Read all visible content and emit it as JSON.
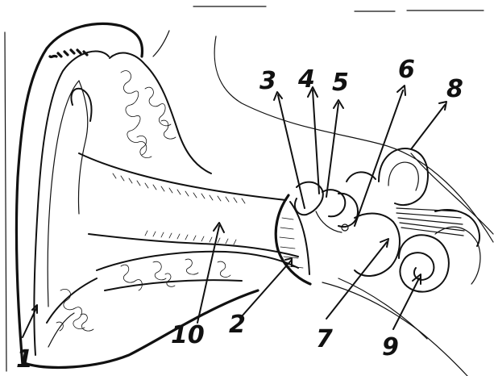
{
  "labels": {
    "l1": "1",
    "l2": "2",
    "l3": "3",
    "l4": "4",
    "l5": "5",
    "l6": "6",
    "l7": "7",
    "l8": "8",
    "l9": "9",
    "l10": "10"
  },
  "colors": {
    "ink": "#111111",
    "paper": "#ffffff"
  }
}
